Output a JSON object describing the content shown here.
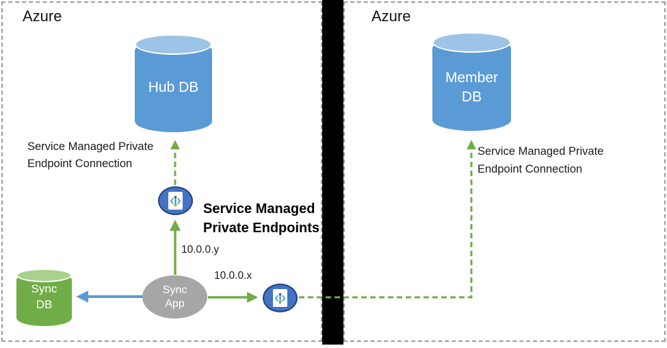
{
  "regions": {
    "left": {
      "title": "Azure"
    },
    "right": {
      "title": "Azure"
    }
  },
  "nodes": {
    "hub_db": {
      "label": "Hub DB",
      "color": "#5B9BD5",
      "top_color": "#9DC3E6"
    },
    "member_db": {
      "line1": "Member",
      "line2": "DB",
      "color": "#5B9BD5",
      "top_color": "#9DC3E6"
    },
    "sync_db": {
      "line1": "Sync",
      "line2": "DB",
      "color": "#70AD47",
      "top_color": "#A9D18E"
    },
    "sync_app": {
      "line1": "Sync",
      "line2": "App",
      "color": "#A6A6A6"
    }
  },
  "labels": {
    "hub_connection": {
      "line1": "Service Managed Private",
      "line2": "Endpoint Connection"
    },
    "member_connection": {
      "line1": "Service Managed Private",
      "line2": "Endpoint Connection"
    },
    "private_endpoints_title": {
      "line1": "Service Managed",
      "line2": "Private Endpoints"
    },
    "ip_hub": "10.0.0.y",
    "ip_member": "10.0.0.x"
  },
  "colors": {
    "arrow_green": "#70AD47",
    "arrow_blue": "#5B9BD5",
    "endpoint_fill": "#4472C4",
    "endpoint_border": "#24427C",
    "divider": "#000000",
    "region_border": "#9A9A9A"
  }
}
